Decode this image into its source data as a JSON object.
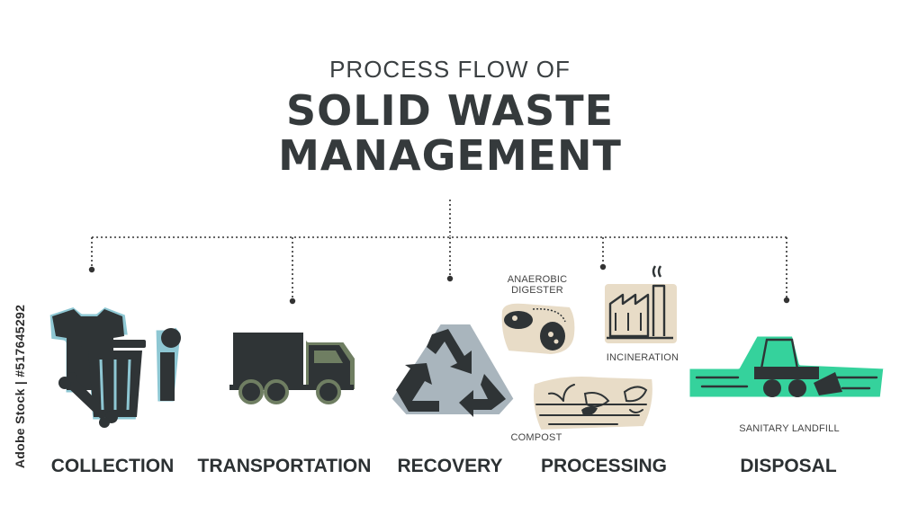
{
  "header": {
    "subtitle": "PROCESS FLOW OF",
    "title_line1": "SOLID WASTE",
    "title_line2": "MANAGEMENT"
  },
  "stages": [
    {
      "label": "COLLECTION",
      "icon": "collection-icon"
    },
    {
      "label": "TRANSPORTATION",
      "icon": "garbage-truck-icon"
    },
    {
      "label": "RECOVERY",
      "icon": "recycle-icon"
    },
    {
      "label": "PROCESSING",
      "icon": "processing-icon"
    },
    {
      "label": "DISPOSAL",
      "icon": "bulldozer-icon"
    }
  ],
  "processing_items": [
    {
      "label": "ANAEROBIC DIGESTER",
      "icon": "anaerobic-digester-icon"
    },
    {
      "label": "INCINERATION",
      "icon": "factory-icon"
    },
    {
      "label": "COMPOST",
      "icon": "compost-icon"
    }
  ],
  "disposal_items": [
    {
      "label": "SANITARY LANDFILL",
      "icon": "landfill-icon"
    }
  ],
  "watermark": "Adobe Stock | #517645292",
  "colors": {
    "collection": "#8ec7d3",
    "transportation": "#6f7e62",
    "recovery": "#a9b5bd",
    "processing": "#e8dcc7",
    "disposal": "#35d29c",
    "ink": "#2f3436"
  }
}
